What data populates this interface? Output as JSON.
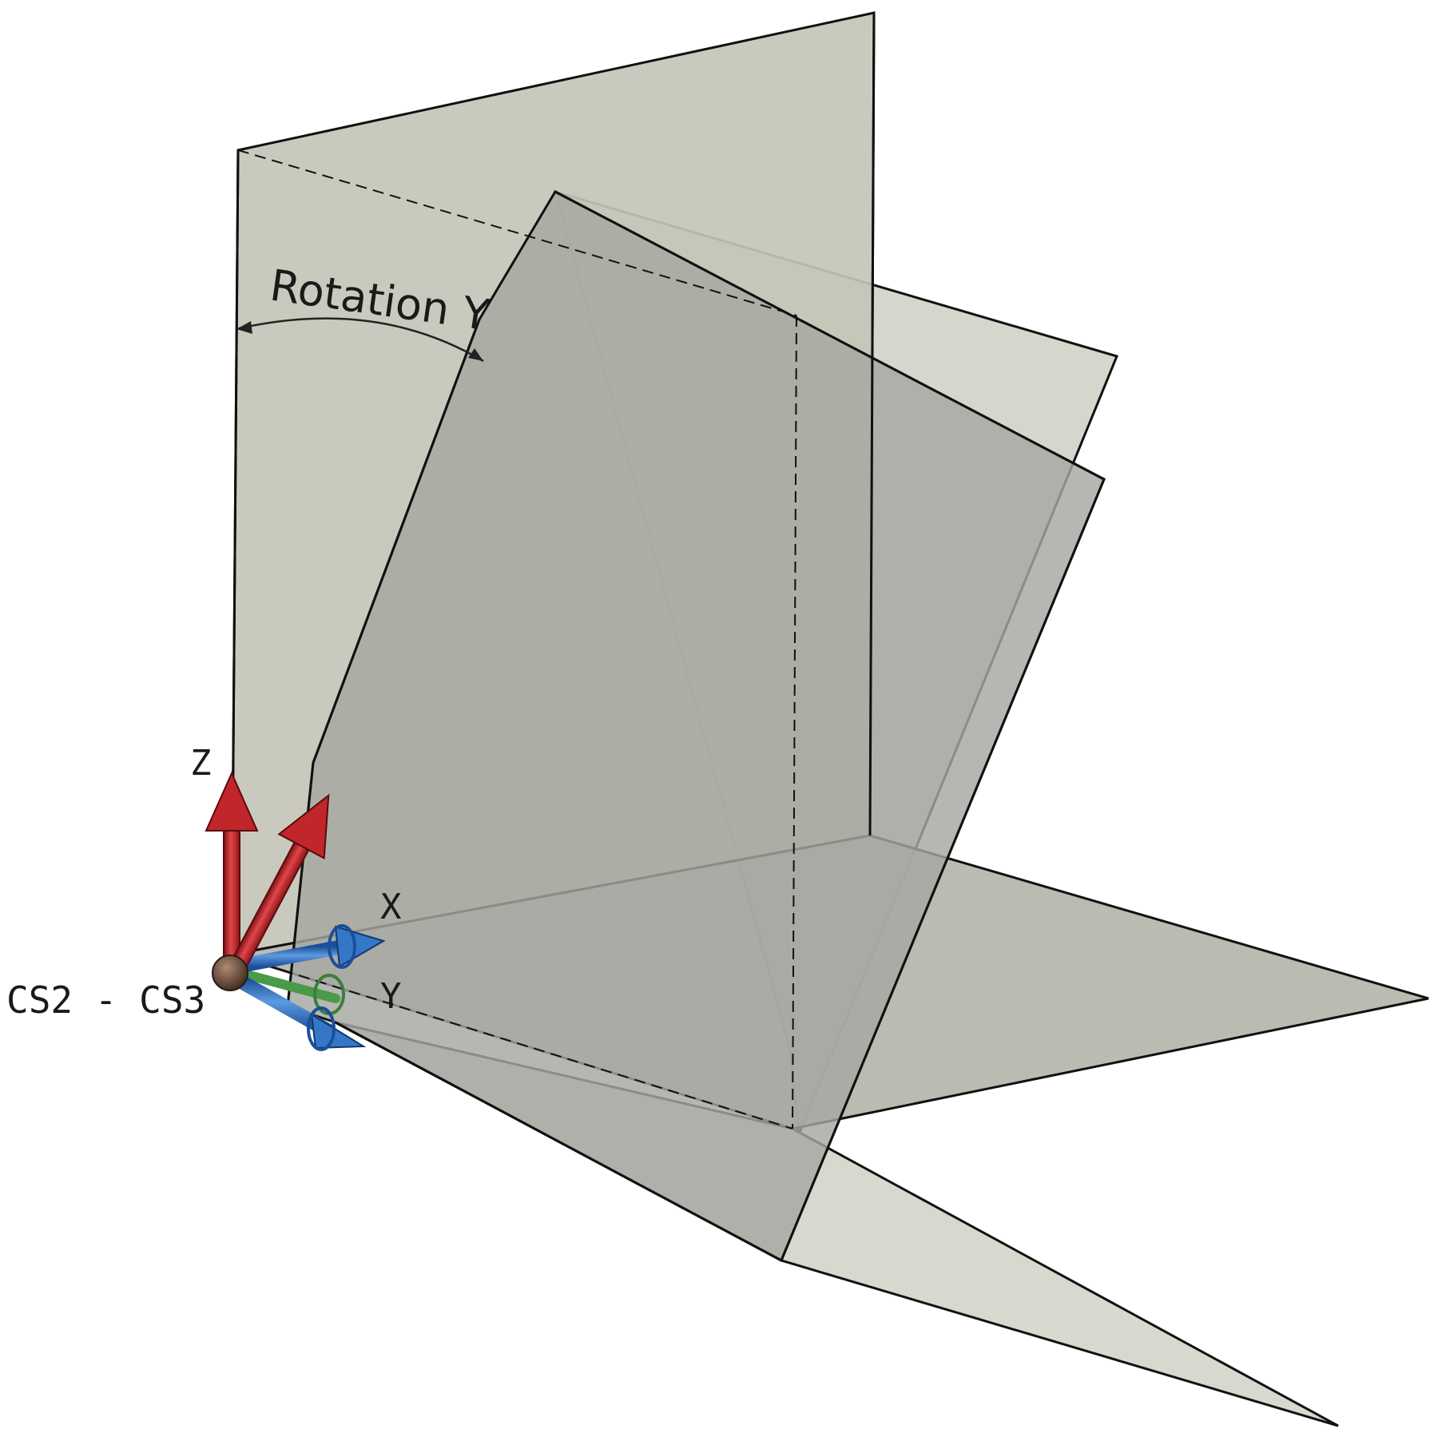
{
  "diagram": {
    "rotation_label": "Rotation Y",
    "axis_labels": {
      "z": "Z",
      "x": "X",
      "y": "Y"
    },
    "coordinate_system_label": "CS2 - CS3",
    "colors": {
      "plane_vertical": "#c4c6b7",
      "plane_rotated": "#a6a7a1",
      "plane_floor_front": "#b3b4a8",
      "plane_side_rear": "#d2d3c6",
      "plane_lower_strip": "#d6d7cb",
      "z_axis": "#c0262a",
      "x_axis": "#2d6fc2",
      "y_axis": "#4a9a4a",
      "origin": "#5a4236"
    }
  }
}
